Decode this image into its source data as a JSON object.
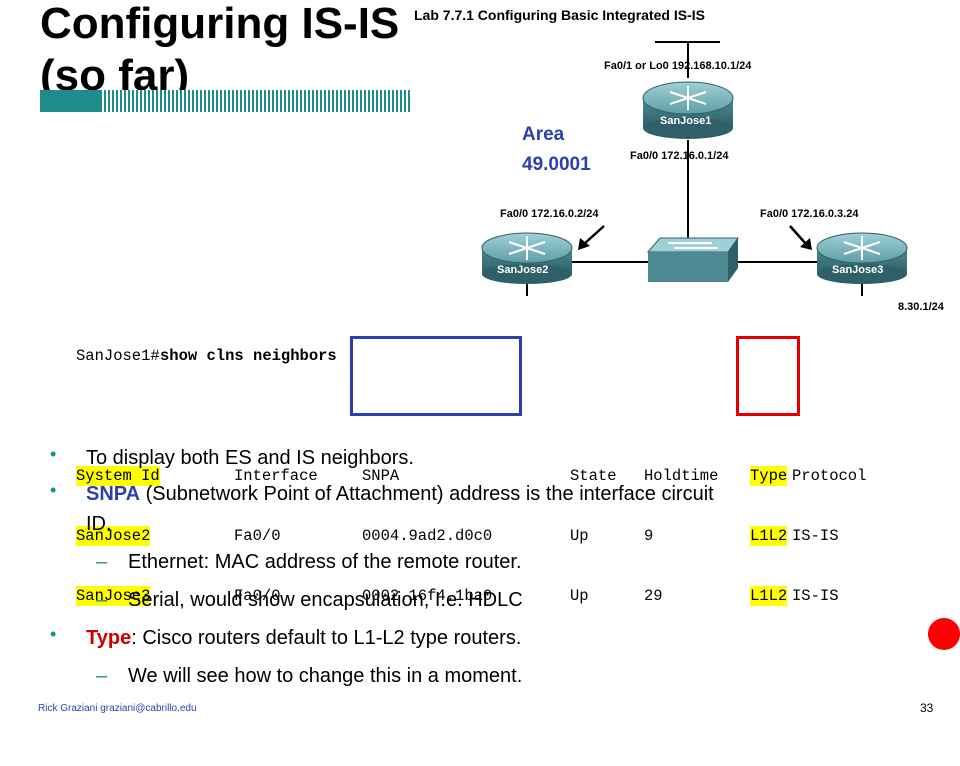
{
  "slide": {
    "title_line1": "Configuring IS-IS",
    "title_line2": "(so far)",
    "lab_title": "Lab 7.7.1 Configuring Basic Integrated IS-IS",
    "footer": "Rick Graziani  graziani@cabrillo.edu",
    "page_number": "33"
  },
  "diagram": {
    "area_label_line1": "Area",
    "area_label_line2": "49.0001",
    "sj1_top_iface": "Fa0/1 or Lo0 192.168.10.1/24",
    "sj1_name": "SanJose1",
    "sj1_bottom_iface": "Fa0/0 172.16.0.1/24",
    "sj2_iface": "Fa0/0 172.16.0.2/24",
    "sj2_name": "SanJose2",
    "sj3_iface": "Fa0/0 172.16.0.3.24",
    "sj3_name": "SanJose3",
    "figure_id": "8.30.1/24"
  },
  "cli": {
    "prompt": "SanJose1#",
    "command": "show clns neighbors",
    "headers": [
      "System Id",
      "Interface",
      "SNPA",
      "State",
      "Holdtime",
      "Type",
      "Protocol"
    ],
    "rows": [
      [
        "SanJose2",
        "Fa0/0",
        "0004.9ad2.d0c0",
        "Up",
        "9",
        "L1L2",
        "IS-IS"
      ],
      [
        "SanJose3",
        "Fa0/0",
        "0002.16f4.1ba0",
        "Up",
        "29",
        "L1L2",
        "IS-IS"
      ]
    ]
  },
  "bullets": {
    "b1": "To display both ES and IS neighbors.",
    "b2_em": "SNPA",
    "b2_rest": " (Subnetwork Point of Attachment) address is the interface circuit",
    "b2_cont": "ID.",
    "s1": "Ethernet: MAC address of the remote router.",
    "s2": "Serial, would show encapsulation, I.e. HDLC",
    "b3_em": "Type",
    "b3_rest": ": Cisco routers default to L1-L2 type routers.",
    "s3": "We will see how to change this in a moment.",
    "bullet_glyph": "•",
    "dash_glyph": "–"
  },
  "colors": {
    "accent_teal": "#1f8c8c",
    "accent_blue": "#2b3fb0",
    "highlight_yellow": "#ffff00",
    "box_blue": "#2b3fb0",
    "box_red": "#e00000",
    "router_body": "#3f7f8a"
  }
}
